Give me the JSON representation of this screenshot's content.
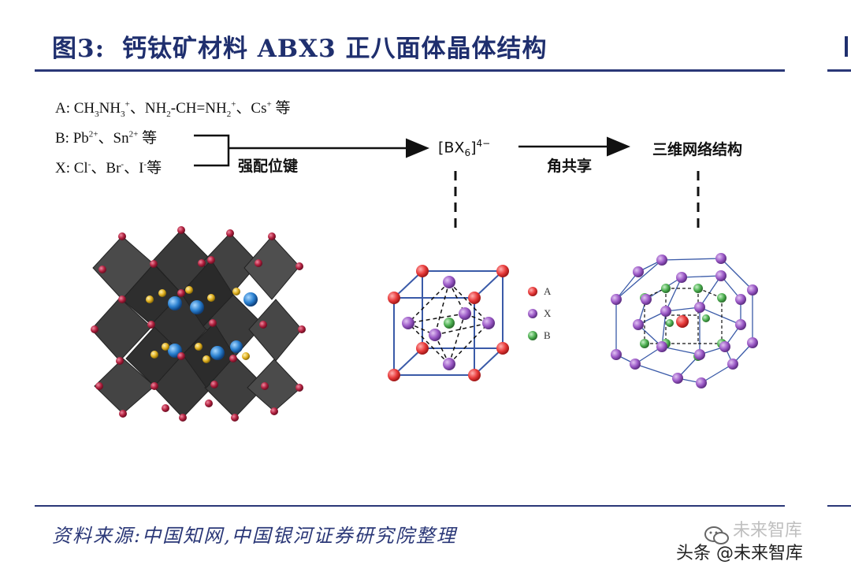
{
  "figure": {
    "label": "图3:",
    "title": "钙钛矿材料 ABX3 正八面体晶体结构"
  },
  "composition": {
    "a_row": {
      "prefix": "A:",
      "ch3": "CH",
      "s3": "3",
      "nh3": "NH",
      "s3b": "3",
      "plus1": "+",
      "sep1": "、",
      "nh2": "NH",
      "s2": "2",
      "chnh": "-CH=NH",
      "s2b": "2",
      "plus2": "+",
      "sep2": "、",
      "cs": "Cs",
      "plus3": "+",
      "suffix": "等"
    },
    "b_row": {
      "prefix": "B:",
      "pb": "Pb",
      "pb_charge": "2+",
      "sep": "、",
      "sn": "Sn",
      "sn_charge": "2+",
      "suffix": "等"
    },
    "x_row": {
      "prefix": "X:",
      "cl": "Cl",
      "cl_charge": "-",
      "sep1": "、",
      "br": "Br",
      "br_charge": "-",
      "sep2": "、",
      "i": "I",
      "i_charge": "-",
      "suffix": "等"
    }
  },
  "flow": {
    "bond_label": "强配位键",
    "octahedron_base": "[BX",
    "octahedron_sub": "6",
    "octahedron_close": "]",
    "octahedron_charge": "4−",
    "share_label": "角共享",
    "network_label": "三维网络结构"
  },
  "legend": [
    {
      "key": "A",
      "color": "#e83a3a"
    },
    {
      "key": "X",
      "color": "#9b59c6"
    },
    {
      "key": "B",
      "color": "#4caf50"
    }
  ],
  "footer": {
    "source": "资料来源:中国知网,中国银河证券研究院整理"
  },
  "watermark": {
    "platform": "头条",
    "handle": "@未来智库",
    "faint_text": "未来智库"
  },
  "colors": {
    "title": "#1f2f6e",
    "rule": "#2a3777",
    "atom_a": "#e83a3a",
    "atom_x": "#9b59c6",
    "atom_b": "#4caf50"
  }
}
